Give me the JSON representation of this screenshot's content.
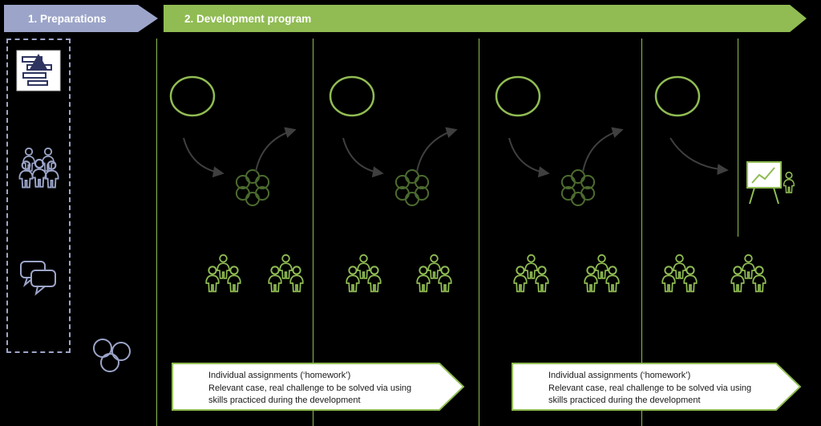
{
  "banners": {
    "preparations": {
      "label": "1. Preparations",
      "color": "#9CA5C9"
    },
    "development": {
      "label": "2. Development program",
      "color": "#90BC53"
    }
  },
  "sessions": {
    "count": 4,
    "icons": [
      "session-circle",
      "arrow-down",
      "skills-cluster",
      "arrow-up",
      "participants-groups"
    ],
    "last_session_extra": "flipchart-presenter"
  },
  "preparation_icons": [
    "layered-chart",
    "team",
    "chat-bubbles",
    "circles"
  ],
  "callouts": [
    {
      "lines": [
        "Individual assignments (‘homework’)",
        "Relevant case, real challenge to be solved via using",
        "skills practiced during the development"
      ]
    },
    {
      "lines": [
        "Individual assignments (‘homework’)",
        "Relevant case, real challenge to be solved via using",
        "skills practiced during the development"
      ]
    }
  ],
  "colors": {
    "background": "#000000",
    "purple": "#9CA5C9",
    "green": "#90BC53",
    "dark_green": "#4C6B2F",
    "arrow_gray": "#3f3f3f",
    "callout_fill": "#ffffff",
    "banner_text": "#ffffff"
  }
}
